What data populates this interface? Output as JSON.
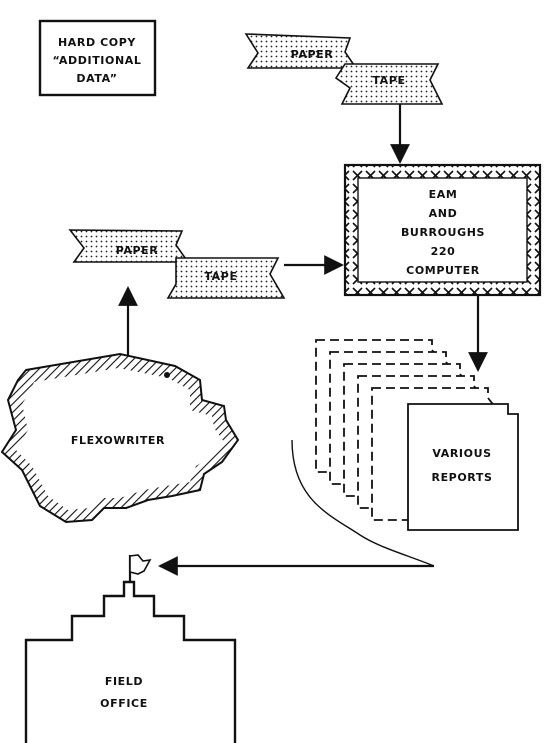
{
  "hard_copy": {
    "line1": "HARD COPY",
    "line2": "“ADDITIONAL",
    "line3": "DATA”"
  },
  "tape_top": {
    "paper": "PAPER",
    "tape": "TAPE"
  },
  "tape_left": {
    "paper": "PAPER",
    "tape": "TAPE"
  },
  "computer": {
    "line1": "EAM",
    "line2": "AND",
    "line3": "BURROUGHS",
    "line4": "220",
    "line5": "COMPUTER"
  },
  "flexowriter": {
    "label": "FLEXOWRITER"
  },
  "reports": {
    "line1": "VARIOUS",
    "line2": "REPORTS"
  },
  "field_office": {
    "line1": "FIELD",
    "line2": "OFFICE"
  },
  "colors": {
    "ink": "#111111",
    "paper": "#ffffff"
  },
  "icons": {
    "flag": "flag-icon",
    "arrow": "arrow-head"
  }
}
